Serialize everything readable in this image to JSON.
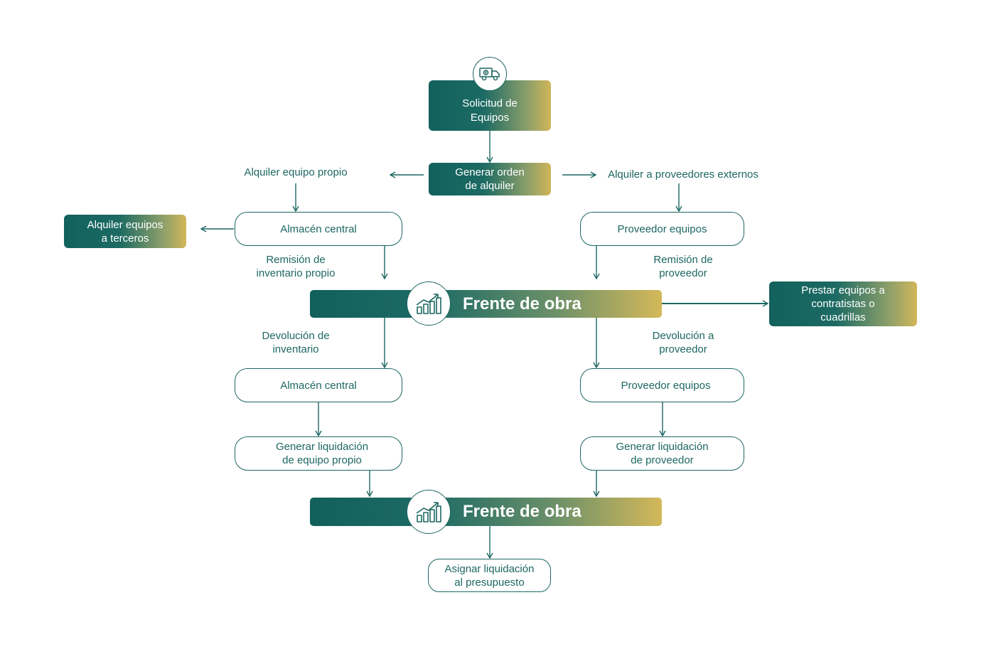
{
  "nodes": {
    "solicitud": [
      "Solicitud de",
      "Equipos"
    ],
    "generar_orden": [
      "Generar orden",
      "de alquiler"
    ],
    "alquiler_terceros": [
      "Alquiler equipos",
      "a terceros"
    ],
    "almacen_central_top": "Almacén central",
    "proveedor_equipos_top": "Proveedor equipos",
    "prestar_equipos": [
      "Prestar equipos a",
      "contratistas o",
      "cuadrillas"
    ],
    "almacen_central_bottom": "Almacén central",
    "proveedor_equipos_bottom": "Proveedor equipos",
    "liquidacion_propio": [
      "Generar liquidación",
      "de equipo propio"
    ],
    "liquidacion_proveedor": [
      "Generar liquidación",
      "de proveedor"
    ],
    "asignar_liquidacion": [
      "Asignar liquidación",
      "al presupuesto"
    ]
  },
  "bars": {
    "frente_obra_1": "Frente de obra",
    "frente_obra_2": "Frente de obra"
  },
  "edge_labels": {
    "alquiler_propio": "Alquiler equipo propio",
    "alquiler_externos": "Alquiler a proveedores externos",
    "remision_inventario": [
      "Remisión de",
      "inventario propio"
    ],
    "remision_proveedor": [
      "Remisión de",
      "proveedor"
    ],
    "devolucion_inventario": [
      "Devolución de",
      "inventario"
    ],
    "devolucion_proveedor": [
      "Devolución a",
      "proveedor"
    ]
  },
  "icons": {
    "top": "delivery-truck-icon",
    "bars": "growth-chart-icon"
  },
  "colors": {
    "primary": "#1d6762",
    "gradient_start": "#13615d",
    "gradient_end": "#d1b65a"
  }
}
